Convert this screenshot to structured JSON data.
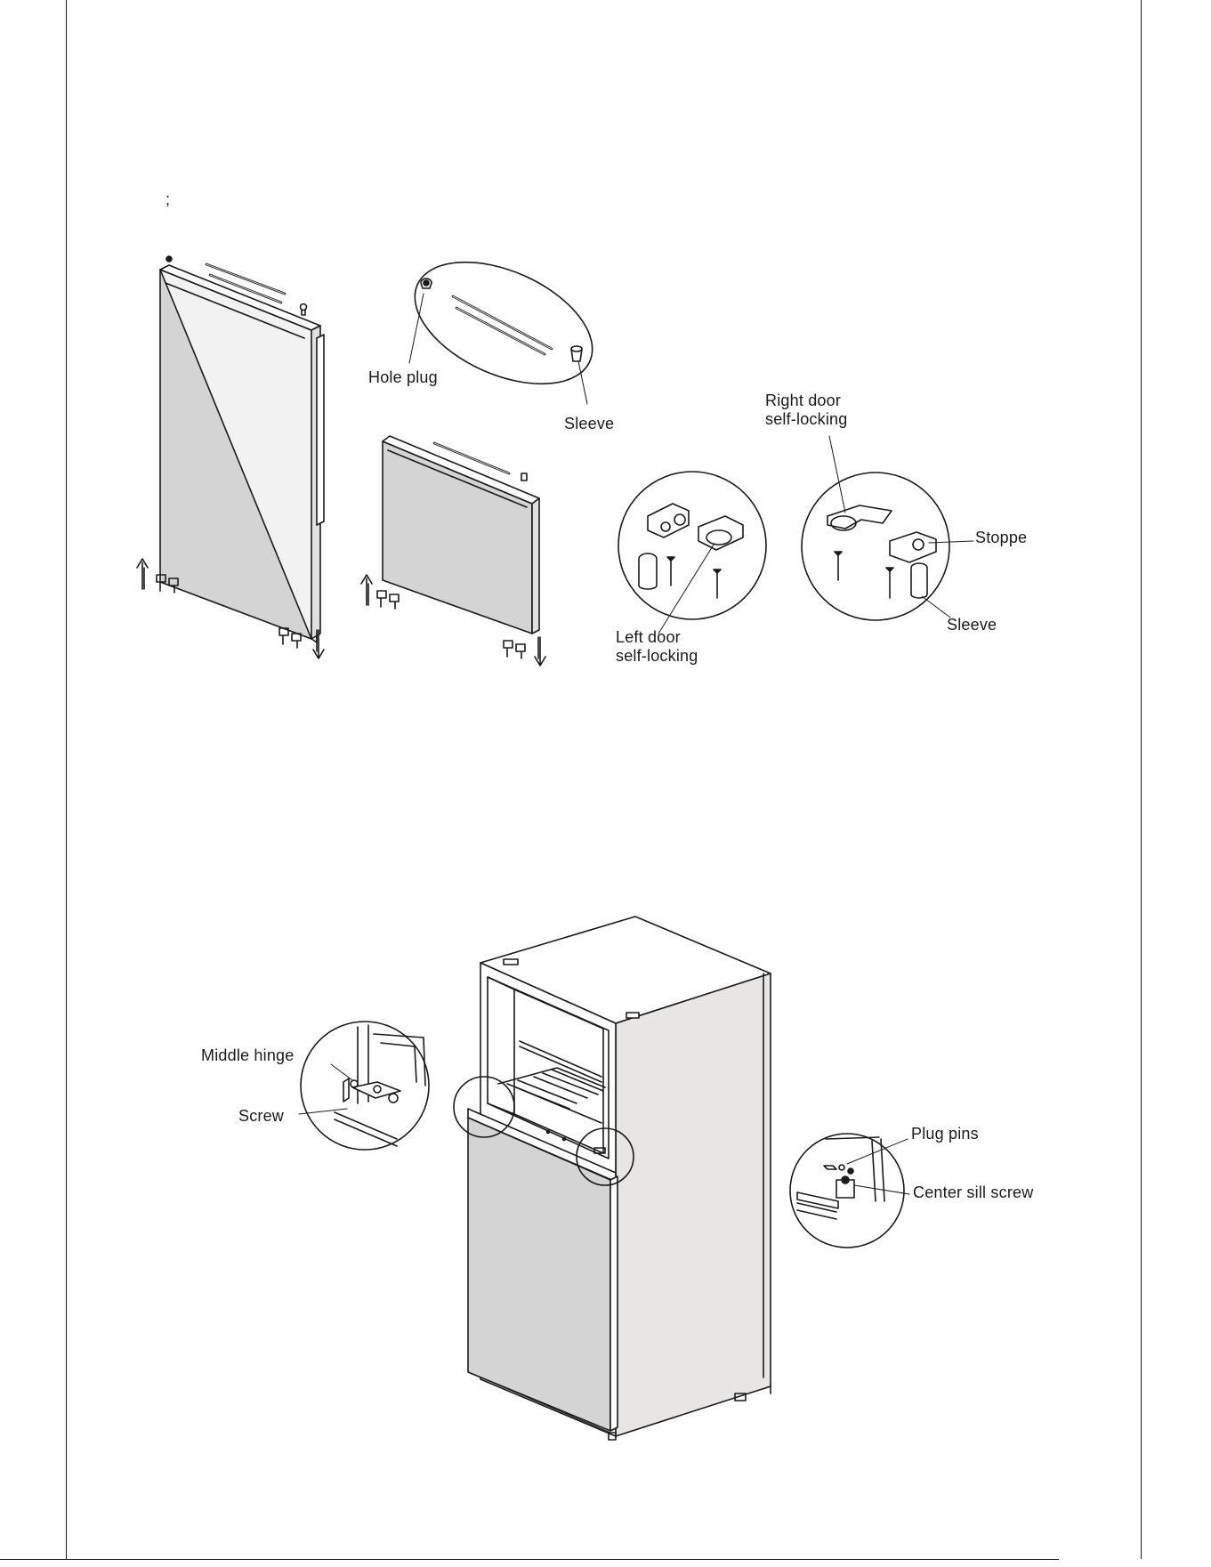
{
  "page": {
    "stray_mark": ";"
  },
  "door_parts": {
    "hole_plug": "Hole plug",
    "sleeve_top": "Sleeve",
    "right_door_self_locking": [
      "Right door",
      "self-locking"
    ],
    "stopper": "Stoppe",
    "sleeve_right": "Sleeve",
    "left_door_self_locking": [
      "Left door",
      "self-locking"
    ]
  },
  "fridge_parts": {
    "middle_hinge": "Middle hinge",
    "screw": "Screw",
    "plug_pins": "Plug pins",
    "center_sill_screw": "Center sill screw"
  },
  "colors": {
    "line": "#1a1a1a",
    "door_fill": "#d4d4d4",
    "side_fill": "#e8e6e4",
    "white": "#ffffff"
  }
}
